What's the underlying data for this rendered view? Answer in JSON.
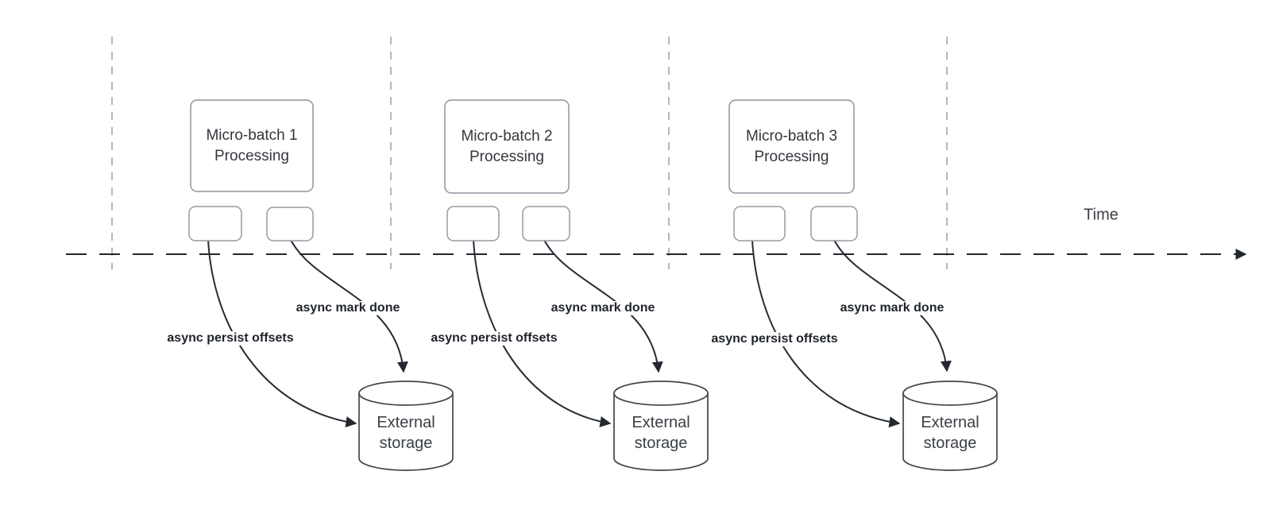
{
  "diagram": {
    "time_label": "Time",
    "groups": [
      {
        "box_line1": "Micro-batch 1",
        "box_line2": "Processing",
        "persist_label": "async persist offsets",
        "done_label": "async mark done",
        "storage_line1": "External",
        "storage_line2": "storage"
      },
      {
        "box_line1": "Micro-batch 2",
        "box_line2": "Processing",
        "persist_label": "async persist offsets",
        "done_label": "async mark done",
        "storage_line1": "External",
        "storage_line2": "storage"
      },
      {
        "box_line1": "Micro-batch 3",
        "box_line2": "Processing",
        "persist_label": "async persist offsets",
        "done_label": "async mark done",
        "storage_line1": "External",
        "storage_line2": "storage"
      }
    ]
  }
}
